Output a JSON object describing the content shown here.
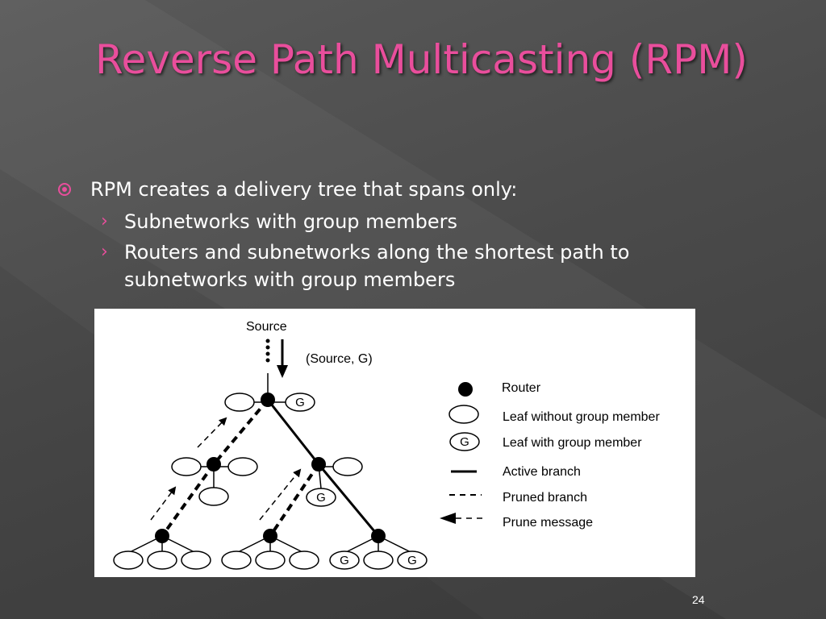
{
  "title": "Reverse Path Multicasting (RPM)",
  "bullets": {
    "main": "RPM creates a delivery tree that spans only:",
    "sub": [
      "Subnetworks with group members",
      "Routers and subnetworks along the shortest path to subnetworks with group members"
    ]
  },
  "diagram": {
    "source_label": "Source",
    "flow_label": "(Source, G)",
    "group_label": "G",
    "legend": {
      "router": "Router",
      "leaf_without": "Leaf without group member",
      "leaf_with": "Leaf with group member",
      "active": "Active branch",
      "pruned": "Pruned branch",
      "prune_msg": "Prune message"
    }
  },
  "page_number": "24",
  "colors": {
    "accent": "#e94e9c",
    "text": "#ffffff"
  },
  "icons": {
    "bullet": "circle-bullet-icon",
    "sub_bullet": "chevron-right-icon"
  }
}
